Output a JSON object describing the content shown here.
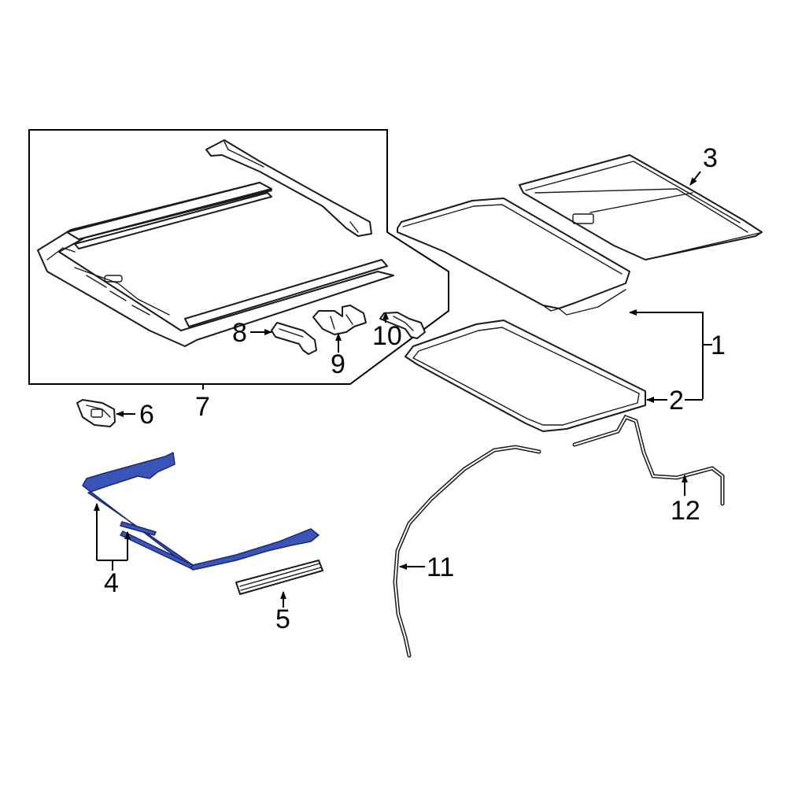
{
  "diagram": {
    "highlight_color": "#3a55b8",
    "callouts": {
      "c1": "1",
      "c2": "2",
      "c3": "3",
      "c4": "4",
      "c5": "5",
      "c6": "6",
      "c7": "7",
      "c8": "8",
      "c9": "9",
      "c10": "10",
      "c11": "11",
      "c12": "12"
    }
  }
}
